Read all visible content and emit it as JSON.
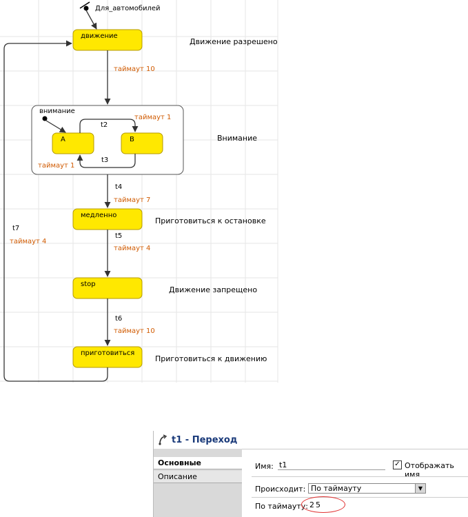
{
  "diagram": {
    "initial_label": "Для_автомобилей",
    "states": {
      "dvizhenie": "движение",
      "medlenno": "медленно",
      "stop": "stop",
      "prigotovitsya": "приготовиться",
      "composite_title": "внимание",
      "a": "A",
      "b": "B"
    },
    "transitions": {
      "timeout10_top": "таймаут 10",
      "t2": "t2",
      "t3": "t3",
      "t2_timeout": "таймаут 1",
      "t3_timeout": "таймаут 1",
      "t4": "t4",
      "t4_timeout": "таймаут 7",
      "t5": "t5",
      "t5_timeout": "таймаут 4",
      "t6": "t6",
      "t6_timeout": "таймаут 10",
      "t7": "t7",
      "t7_timeout": "таймаут 4"
    },
    "descriptions": {
      "d1": "Движение разрешено",
      "d2": "Внимание",
      "d3": "Приготовиться к остановке",
      "d4": "Движение запрещено",
      "d5": "Приготовиться к движению"
    },
    "colors": {
      "state_fill": "#ffe800",
      "timeout_text": "#d05a00"
    }
  },
  "panel": {
    "title": "t1 - Переход",
    "tabs": [
      "Основные",
      "Описание"
    ],
    "name_label": "Имя:",
    "name_value": "t1",
    "show_name_label": "Отображать имя",
    "show_name_checked": "✓",
    "occurs_label": "Происходит:",
    "occurs_value": "По таймауту",
    "timeout_label": "По таймауту:",
    "timeout_value": "25"
  }
}
